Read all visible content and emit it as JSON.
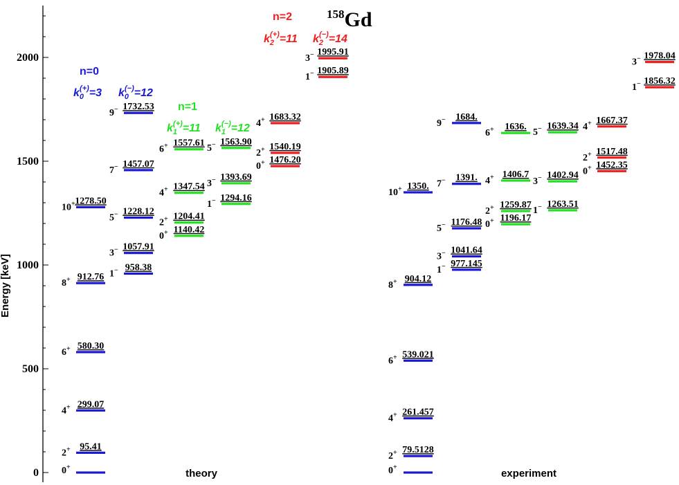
{
  "chart_data": {
    "type": "level-scheme",
    "title_mass": "158",
    "title_element": "Gd",
    "ylabel": "Energy [keV]",
    "ylim": [
      0,
      2200
    ],
    "yticks": [
      {
        "value": 0,
        "label": "0"
      },
      {
        "value": 500,
        "label": "500"
      },
      {
        "value": 1000,
        "label": "1000"
      },
      {
        "value": 1500,
        "label": "1500"
      },
      {
        "value": 2000,
        "label": "2000"
      }
    ],
    "sections": [
      {
        "name": "theory",
        "label": "theory"
      },
      {
        "name": "experiment",
        "label": "experiment"
      }
    ],
    "group_labels": [
      {
        "id": "n0",
        "text": "n=0",
        "color": "#1a1ad6"
      },
      {
        "id": "n1",
        "text": "n=1",
        "color": "#22e022"
      },
      {
        "id": "n2",
        "text": "n=2",
        "color": "#ee1c1c"
      }
    ],
    "k_labels": [
      {
        "id": "k0p",
        "base": "k",
        "sub": "0",
        "sup": "(+)",
        "value": "=3",
        "color": "#1a1ad6"
      },
      {
        "id": "k0m",
        "base": "k",
        "sub": "0",
        "sup": "(−)",
        "value": "=12",
        "color": "#1a1ad6"
      },
      {
        "id": "k1p",
        "base": "k",
        "sub": "1",
        "sup": "(+)",
        "value": "=11",
        "color": "#22e022"
      },
      {
        "id": "k1m",
        "base": "k",
        "sub": "1",
        "sup": "(−)",
        "value": "=12",
        "color": "#22e022"
      },
      {
        "id": "k2p",
        "base": "k",
        "sub": "2",
        "sup": "(+)",
        "value": "=11",
        "color": "#ee1c1c"
      },
      {
        "id": "k2m",
        "base": "k",
        "sub": "2",
        "sup": "(−)",
        "value": "=14",
        "color": "#ee1c1c"
      }
    ],
    "band_colors": {
      "n0": "#1a1ad6",
      "n1": "#22e022",
      "n2": "#ee1c1c"
    },
    "levels": [
      {
        "section": "theory",
        "column": 0,
        "band": "n0",
        "spin": "0",
        "parity": "+",
        "energy": 0,
        "label": ""
      },
      {
        "section": "theory",
        "column": 0,
        "band": "n0",
        "spin": "2",
        "parity": "+",
        "energy": 95.41,
        "label": "95.41"
      },
      {
        "section": "theory",
        "column": 0,
        "band": "n0",
        "spin": "4",
        "parity": "+",
        "energy": 299.07,
        "label": "299.07"
      },
      {
        "section": "theory",
        "column": 0,
        "band": "n0",
        "spin": "6",
        "parity": "+",
        "energy": 580.3,
        "label": "580.30"
      },
      {
        "section": "theory",
        "column": 0,
        "band": "n0",
        "spin": "8",
        "parity": "+",
        "energy": 912.76,
        "label": "912.76"
      },
      {
        "section": "theory",
        "column": 0,
        "band": "n0",
        "spin": "10",
        "parity": "+",
        "energy": 1278.5,
        "label": "1278.50"
      },
      {
        "section": "theory",
        "column": 1,
        "band": "n0",
        "spin": "1",
        "parity": "−",
        "energy": 958.38,
        "label": "958.38"
      },
      {
        "section": "theory",
        "column": 1,
        "band": "n0",
        "spin": "3",
        "parity": "−",
        "energy": 1057.91,
        "label": "1057.91"
      },
      {
        "section": "theory",
        "column": 1,
        "band": "n0",
        "spin": "5",
        "parity": "−",
        "energy": 1228.12,
        "label": "1228.12"
      },
      {
        "section": "theory",
        "column": 1,
        "band": "n0",
        "spin": "7",
        "parity": "−",
        "energy": 1457.07,
        "label": "1457.07"
      },
      {
        "section": "theory",
        "column": 1,
        "band": "n0",
        "spin": "9",
        "parity": "−",
        "energy": 1732.53,
        "label": "1732.53"
      },
      {
        "section": "theory",
        "column": 2,
        "band": "n1",
        "spin": "0",
        "parity": "+",
        "energy": 1140.42,
        "label": "1140.42"
      },
      {
        "section": "theory",
        "column": 2,
        "band": "n1",
        "spin": "2",
        "parity": "+",
        "energy": 1204.41,
        "label": "1204.41"
      },
      {
        "section": "theory",
        "column": 2,
        "band": "n1",
        "spin": "4",
        "parity": "+",
        "energy": 1347.54,
        "label": "1347.54"
      },
      {
        "section": "theory",
        "column": 2,
        "band": "n1",
        "spin": "6",
        "parity": "+",
        "energy": 1557.61,
        "label": "1557.61"
      },
      {
        "section": "theory",
        "column": 3,
        "band": "n1",
        "spin": "1",
        "parity": "−",
        "energy": 1294.16,
        "label": "1294.16"
      },
      {
        "section": "theory",
        "column": 3,
        "band": "n1",
        "spin": "3",
        "parity": "−",
        "energy": 1393.69,
        "label": "1393.69"
      },
      {
        "section": "theory",
        "column": 3,
        "band": "n1",
        "spin": "5",
        "parity": "−",
        "energy": 1563.9,
        "label": "1563.90"
      },
      {
        "section": "theory",
        "column": 4,
        "band": "n2",
        "spin": "0",
        "parity": "+",
        "energy": 1476.2,
        "label": "1476.20"
      },
      {
        "section": "theory",
        "column": 4,
        "band": "n2",
        "spin": "2",
        "parity": "+",
        "energy": 1540.19,
        "label": "1540.19"
      },
      {
        "section": "theory",
        "column": 4,
        "band": "n2",
        "spin": "4",
        "parity": "+",
        "energy": 1683.32,
        "label": "1683.32"
      },
      {
        "section": "theory",
        "column": 4,
        "band": "n2",
        "spin": "1",
        "parity": "−",
        "energy": 1905.89,
        "label": "1905.89"
      },
      {
        "section": "theory",
        "column": 4,
        "band": "n2",
        "spin": "3",
        "parity": "−",
        "energy": 1995.91,
        "label": "1995.91"
      },
      {
        "section": "experiment",
        "column": 0,
        "band": "n0",
        "spin": "0",
        "parity": "+",
        "energy": 0,
        "label": ""
      },
      {
        "section": "experiment",
        "column": 0,
        "band": "n0",
        "spin": "2",
        "parity": "+",
        "energy": 79.5128,
        "label": "79.5128"
      },
      {
        "section": "experiment",
        "column": 0,
        "band": "n0",
        "spin": "4",
        "parity": "+",
        "energy": 261.457,
        "label": "261.457"
      },
      {
        "section": "experiment",
        "column": 0,
        "band": "n0",
        "spin": "6",
        "parity": "+",
        "energy": 539.021,
        "label": "539.021"
      },
      {
        "section": "experiment",
        "column": 0,
        "band": "n0",
        "spin": "8",
        "parity": "+",
        "energy": 904.12,
        "label": "904.12"
      },
      {
        "section": "experiment",
        "column": 0,
        "band": "n0",
        "spin": "10",
        "parity": "+",
        "energy": 1350,
        "label": "1350."
      },
      {
        "section": "experiment",
        "column": 1,
        "band": "n0",
        "spin": "1",
        "parity": "−",
        "energy": 977.145,
        "label": "977.145"
      },
      {
        "section": "experiment",
        "column": 1,
        "band": "n0",
        "spin": "3",
        "parity": "−",
        "energy": 1041.64,
        "label": "1041.64"
      },
      {
        "section": "experiment",
        "column": 1,
        "band": "n0",
        "spin": "5",
        "parity": "−",
        "energy": 1176.48,
        "label": "1176.48"
      },
      {
        "section": "experiment",
        "column": 1,
        "band": "n0",
        "spin": "7",
        "parity": "−",
        "energy": 1391,
        "label": "1391."
      },
      {
        "section": "experiment",
        "column": 1,
        "band": "n0",
        "spin": "9",
        "parity": "−",
        "energy": 1684,
        "label": "1684."
      },
      {
        "section": "experiment",
        "column": 2,
        "band": "n1",
        "spin": "0",
        "parity": "+",
        "energy": 1196.17,
        "label": "1196.17"
      },
      {
        "section": "experiment",
        "column": 2,
        "band": "n1",
        "spin": "2",
        "parity": "+",
        "energy": 1259.87,
        "label": "1259.87"
      },
      {
        "section": "experiment",
        "column": 2,
        "band": "n1",
        "spin": "4",
        "parity": "+",
        "energy": 1406.7,
        "label": "1406.7"
      },
      {
        "section": "experiment",
        "column": 2,
        "band": "n1",
        "spin": "6",
        "parity": "+",
        "energy": 1636,
        "label": "1636."
      },
      {
        "section": "experiment",
        "column": 3,
        "band": "n1",
        "spin": "1",
        "parity": "−",
        "energy": 1263.51,
        "label": "1263.51"
      },
      {
        "section": "experiment",
        "column": 3,
        "band": "n1",
        "spin": "3",
        "parity": "−",
        "energy": 1402.94,
        "label": "1402.94"
      },
      {
        "section": "experiment",
        "column": 3,
        "band": "n1",
        "spin": "5",
        "parity": "−",
        "energy": 1639.34,
        "label": "1639.34"
      },
      {
        "section": "experiment",
        "column": 4,
        "band": "n2",
        "spin": "0",
        "parity": "+",
        "energy": 1452.35,
        "label": "1452.35"
      },
      {
        "section": "experiment",
        "column": 4,
        "band": "n2",
        "spin": "2",
        "parity": "+",
        "energy": 1517.48,
        "label": "1517.48"
      },
      {
        "section": "experiment",
        "column": 4,
        "band": "n2",
        "spin": "4",
        "parity": "+",
        "energy": 1667.37,
        "label": "1667.37"
      },
      {
        "section": "experiment",
        "column": 5,
        "band": "n2",
        "spin": "1",
        "parity": "−",
        "energy": 1856.32,
        "label": "1856.32"
      },
      {
        "section": "experiment",
        "column": 5,
        "band": "n2",
        "spin": "3",
        "parity": "−",
        "energy": 1978.04,
        "label": "1978.04"
      }
    ]
  }
}
